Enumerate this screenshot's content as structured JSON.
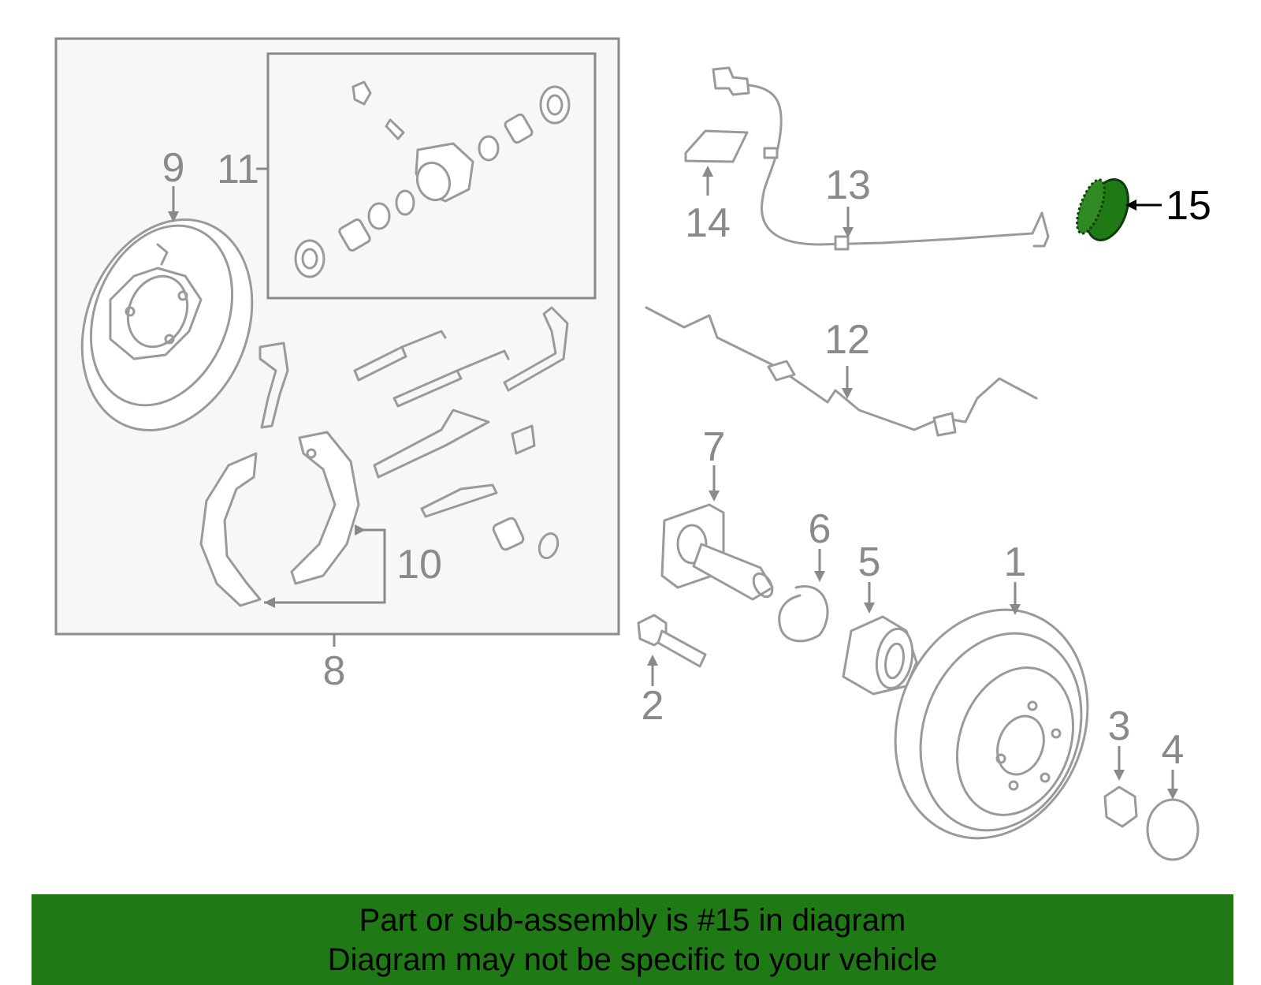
{
  "callouts": {
    "c1": "1",
    "c2": "2",
    "c3": "3",
    "c4": "4",
    "c5": "5",
    "c6": "6",
    "c7": "7",
    "c8": "8",
    "c9": "9",
    "c10": "10",
    "c11": "11",
    "c12": "12",
    "c13": "13",
    "c14": "14",
    "c15": "15"
  },
  "highlight": {
    "part": "15",
    "color": "#1f7a16"
  },
  "banner": {
    "line1": "Part or sub-assembly is #15 in diagram",
    "line2": "Diagram may not be specific to your vehicle",
    "color": "#1f7a16"
  }
}
